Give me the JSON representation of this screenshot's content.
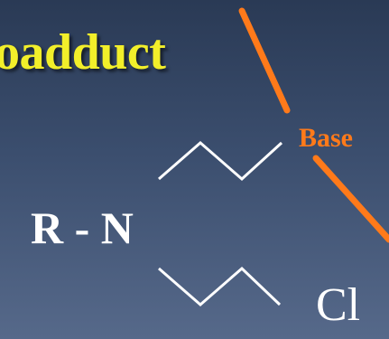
{
  "slide": {
    "title": "oadduct"
  },
  "diagram": {
    "base_label": "Base",
    "amine_label": "R - N",
    "leaving_group_label": "Cl"
  },
  "colors": {
    "title": "#f2ef2a",
    "base_arrow": "#ff7a1a",
    "bonds": "#ffffff",
    "background_top": "#2a3a55",
    "background_bottom": "#56698a"
  }
}
